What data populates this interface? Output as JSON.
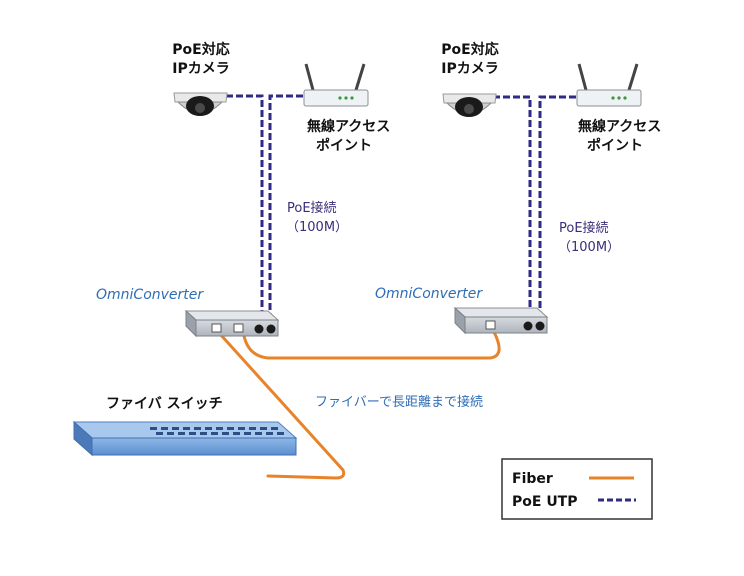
{
  "cameras": [
    {
      "line1": "PoE対応",
      "line2": "IPカメラ"
    },
    {
      "line1": "PoE対応",
      "line2": "IPカメラ"
    }
  ],
  "access_points": [
    {
      "line1": "無線アクセス",
      "line2": "ポイント"
    },
    {
      "line1": "無線アクセス",
      "line2": "ポイント"
    }
  ],
  "poe_links": [
    {
      "line1": "PoE接続",
      "line2": "（100M）"
    },
    {
      "line1": "PoE接続",
      "line2": "（100M）"
    }
  ],
  "converters": [
    {
      "label": "OmniConverter"
    },
    {
      "label": "OmniConverter"
    }
  ],
  "fiber_switch": {
    "label": "ファイバ スイッチ"
  },
  "fiber_note": "ファイバーで長距離まで接続",
  "legend": {
    "fiber_label": "Fiber",
    "utp_label": "PoE UTP"
  },
  "colors": {
    "fiber": "#e8832a",
    "poe_utp": "#2e2a86",
    "label_blue": "#2f6db5",
    "label_purple": "#3b2d7a"
  }
}
